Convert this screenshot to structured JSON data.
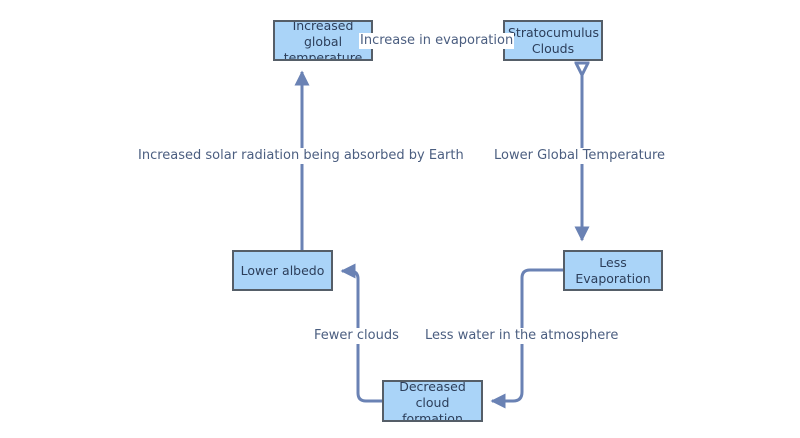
{
  "colors": {
    "node_fill": "#aad4f8",
    "node_border": "#555e68",
    "connector": "#6a82b4",
    "label_text": "#4b5e80"
  },
  "nodes": {
    "increased_global_temperature": "Increased global temperature",
    "stratocumulus_clouds": "Stratocumulus Clouds",
    "less_evaporation": "Less Evaporation",
    "decreased_cloud_formation": "Decreased cloud formation",
    "lower_albedo": "Lower albedo"
  },
  "edges": {
    "increase_in_evaporation": "Increase in evaporation",
    "lower_global_temperature": "Lower Global Temperature",
    "less_water_in_atmosphere": "Less water in the atmosphere",
    "fewer_clouds": "Fewer clouds",
    "increased_solar_radiation": "Increased solar radiation being absorbed by Earth"
  }
}
